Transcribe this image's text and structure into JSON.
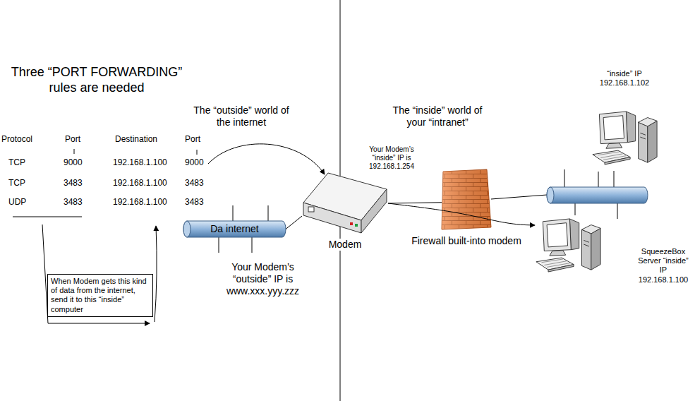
{
  "diagram": {
    "title": "Three “PORT FORWARDING” rules are needed",
    "nodes": [
      {
        "text": [
          "When Modem gets this kind of data from the internet, send it to this “inside” computer"
        ]
      },
      {
        "text": [
          "Da internet"
        ]
      },
      {
        "text": [
          "Modem"
        ]
      },
      {
        "text": [
          "Firewall built-into modem"
        ]
      },
      {
        "text": [
          "“inside” IP 192.168.1.102"
        ]
      },
      {
        "text": [
          "SqueezeBox Server “inside” IP 192.168.1.100"
        ]
      }
    ],
    "edges": [
      {
        "from": 1,
        "to": 2,
        "arrow": "none"
      },
      {
        "from": 2,
        "to": 3,
        "arrow": "none"
      },
      {
        "from": 2,
        "to": 5,
        "arrow": "to"
      }
    ],
    "labels": [
      "Protocol",
      "Port",
      "Destination",
      "Port",
      "TCP",
      "9000",
      "192.168.1.100",
      "9000",
      "TCP",
      "3483",
      "192.168.1.100",
      "3483",
      "UDP",
      "3483",
      "192.168.1.100",
      "3483",
      "The “outside” world of the internet",
      "The “inside” world of your “intranet”",
      "Your Modem’s “outside” IP is www.xxx.yyy.zzz",
      "Your Modem’s “inside” IP is 192.168.1.254"
    ]
  }
}
